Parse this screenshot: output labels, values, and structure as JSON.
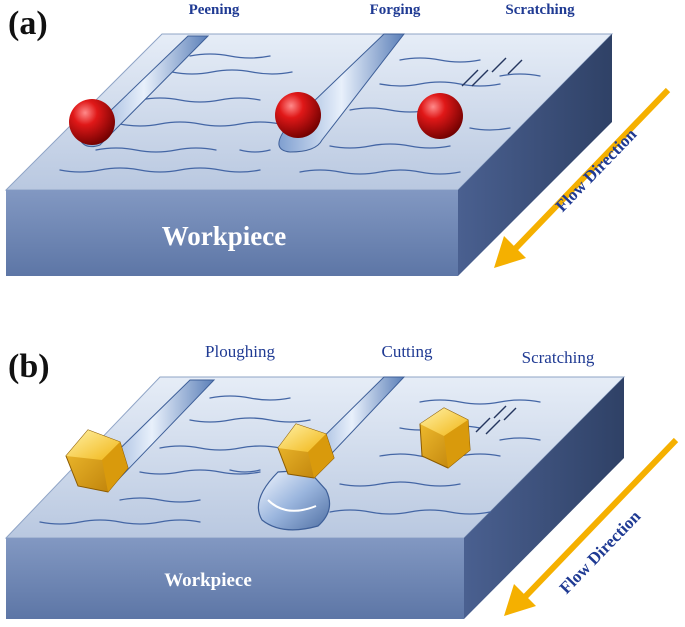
{
  "panel_a": {
    "label": "(a)",
    "modes": [
      "Peening",
      "Forging",
      "Scratching"
    ],
    "workpiece_label": "Workpiece",
    "flow_label": "Flow Direction",
    "indenter_icon": "sphere-indenter-icon"
  },
  "panel_b": {
    "label": "(b)",
    "modes": [
      "Ploughing",
      "Cutting",
      "Scratching"
    ],
    "workpiece_label": "Workpiece",
    "flow_label": "Flow Direction",
    "indenter_icon": "polyhedral-particle-icon"
  },
  "colors": {
    "surface": "#c5d2e6",
    "front_face": "#6f87b3",
    "side_face": "#3c507a",
    "sphere": "#c81010",
    "particle": "#f0b418",
    "arrow": "#f5b000",
    "label_text": "#1f3a93"
  }
}
